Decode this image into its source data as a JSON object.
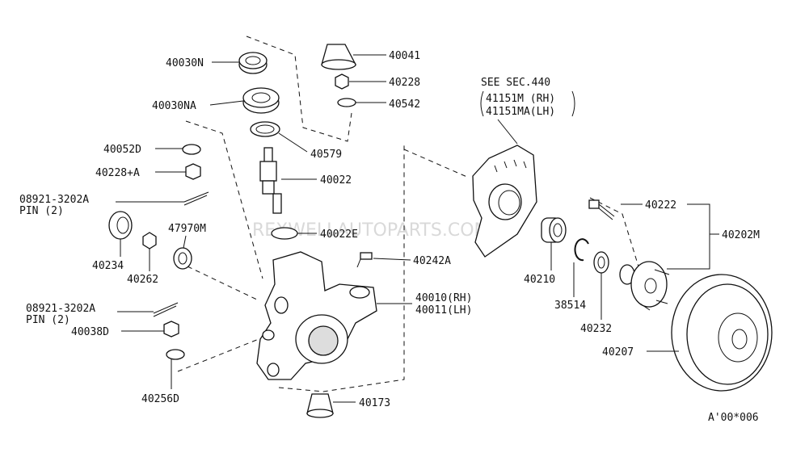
{
  "watermark": "REXWELLAUTOPARTS.COM",
  "diagram_code": "A'00*006",
  "labels": {
    "p40030N": "40030N",
    "p40030NA": "40030NA",
    "p40041": "40041",
    "p40228": "40228",
    "p40542": "40542",
    "p40579": "40579",
    "p40022": "40022",
    "p40022E": "40022E",
    "p40052D": "40052D",
    "p40228A": "40228+A",
    "pin1_part": "08921-3202A",
    "pin1_note": "PIN (2)",
    "p40234": "40234",
    "p40262": "40262",
    "p47970M": "47970M",
    "pin2_part": "08921-3202A",
    "pin2_note": "PIN (2)",
    "p40038D": "40038D",
    "p40256D": "40256D",
    "p40173": "40173",
    "p40242A": "40242A",
    "p40010": "40010(RH)",
    "p40011": "40011(LH)",
    "see_sec": "SEE SEC.440",
    "p41151M": "41151M (RH)",
    "p41151MA": "41151MA(LH)",
    "p40210": "40210",
    "p38514": "38514",
    "p40232": "40232",
    "p40222": "40222",
    "p40202M": "40202M",
    "p40207": "40207"
  }
}
